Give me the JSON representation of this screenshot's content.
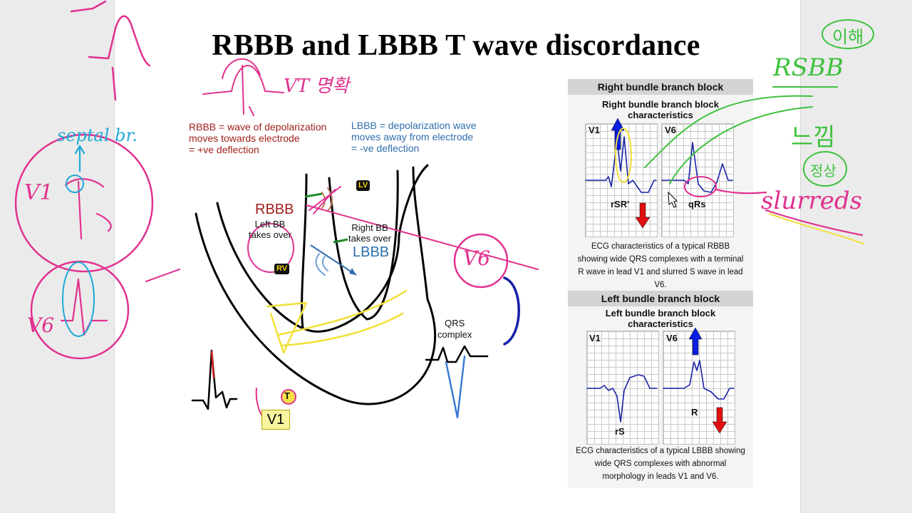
{
  "title": "RBBB and LBBB T wave discordance",
  "notes": {
    "rbbb": [
      "RBBB = wave of depolarization",
      "moves towards electrode",
      "= +ve deflection"
    ],
    "lbbb": [
      "LBBB = depolarization wave",
      "moves away from electrode",
      "= -ve deflection"
    ]
  },
  "heart_diagram": {
    "rbbb_label": "RBBB",
    "lbbb_label": "LBBB",
    "left_bb_text": [
      "Left BB",
      "takes over"
    ],
    "right_bb_text": [
      "Right BB",
      "takes over"
    ],
    "lv_tag": "LV",
    "rv_tag": "RV",
    "qrs_text": [
      "QRS",
      "complex"
    ],
    "v1_box": "V1",
    "t_label": "T"
  },
  "rbbb_panel": {
    "header": "Right bundle branch block",
    "subtitle": [
      "Right bundle branch block",
      "characteristics"
    ],
    "lead_left": "V1",
    "lead_right": "V6",
    "label_left": "rSR'",
    "label_right": "qRs",
    "caption": [
      "ECG characteristics of a typical RBBB",
      "showing wide QRS complexes with a terminal",
      "R wave in lead V1 and slurred S wave in lead",
      "V6."
    ]
  },
  "lbbb_panel": {
    "header": "Left bundle branch block",
    "subtitle": [
      "Left bundle branch block",
      "characteristics"
    ],
    "lead_left": "V1",
    "lead_right": "V6",
    "label_left": "rS",
    "label_right": "R",
    "caption": [
      "ECG characteristics of a typical LBBB showing",
      "wide QRS complexes with abnormal",
      "morphology in leads V1 and V6."
    ]
  },
  "annotations": {
    "septal": "septal br.",
    "v1": "V1",
    "v6": "V6",
    "v6_circle": "V6",
    "vt_korean": "VT 명확",
    "rsbb": "RSBB",
    "korean_top": "이해",
    "korean_mid": "느낌",
    "korean_circle": "정상",
    "slurred": "slurreds"
  },
  "colors": {
    "pink": "#e0318f",
    "green": "#3ec13e",
    "cyan": "#1fa9d6",
    "yellow": "#f2e03a",
    "rbbb_red": "#a0201c",
    "lbbb_blue": "#2e6eac",
    "ecg_blue": "#1a24a6",
    "arrow_blue": "#0a1ee0",
    "arrow_red": "#e01010"
  }
}
